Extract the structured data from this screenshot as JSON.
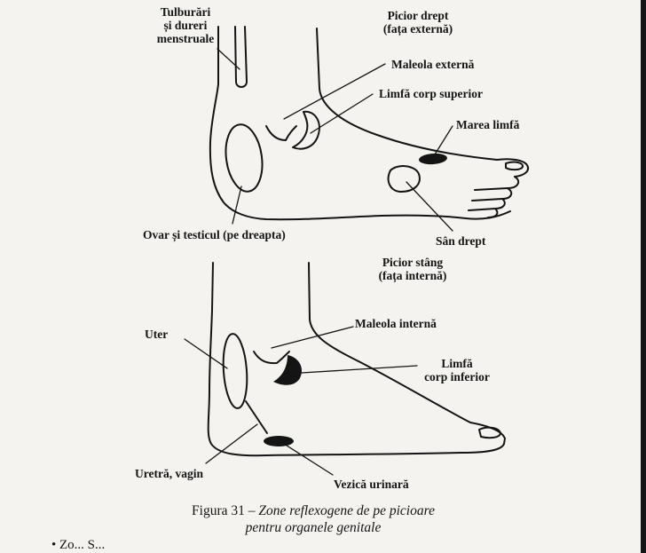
{
  "labels": {
    "menstrual": [
      "Tulburări",
      "și dureri",
      "menstruale"
    ],
    "right_foot_title": [
      "Picior drept",
      "(fața externă)"
    ],
    "malleolus_external": "Maleola externă",
    "lymph_upper": "Limfă corp superior",
    "great_lymph": "Marea limfă",
    "ovary_testicle": "Ovar și testicul (pe dreapta)",
    "right_breast": "Sân drept",
    "left_foot_title": [
      "Picior stâng",
      "(fața internă)"
    ],
    "malleolus_internal": "Maleola internă",
    "uterus": "Uter",
    "lymph_lower": [
      "Limfă",
      "corp inferior"
    ],
    "urethra_vagina": "Uretră, vagin",
    "bladder": "Vezică urinară"
  },
  "caption": {
    "prefix": "Figura 31 – ",
    "line1_italic": "Zone reflexogene de pe picioare",
    "line2_italic": "pentru organele genitale"
  },
  "bottom_text": "• Zo...  S..."
}
